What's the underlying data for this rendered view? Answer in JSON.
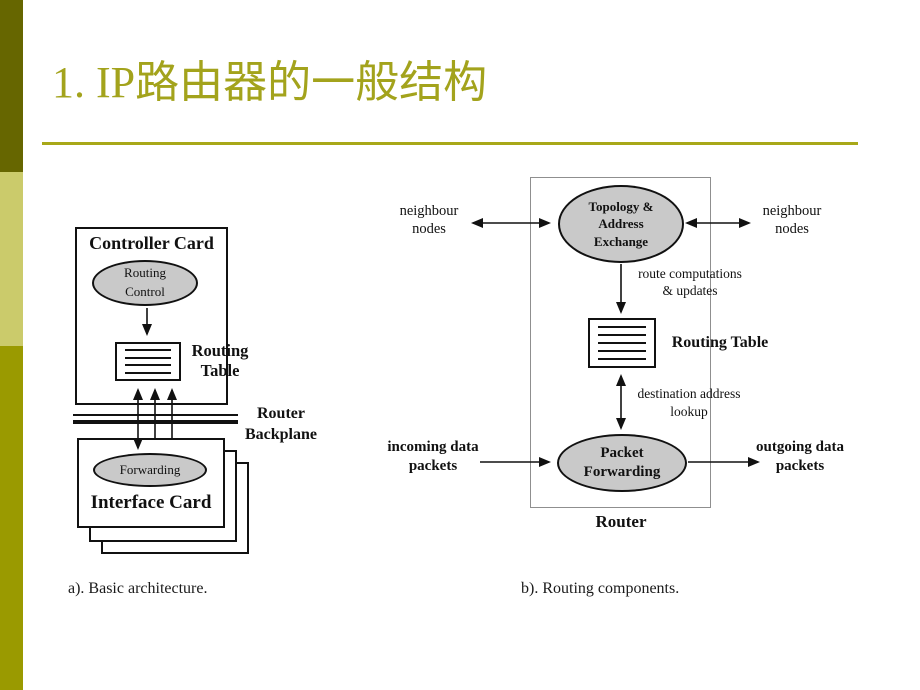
{
  "slide": {
    "title": "1. IP路由器的一般结构"
  },
  "colors": {
    "accent": "#a3a31c",
    "rule": "#a8a818",
    "sidebar-top": "#666600",
    "sidebar-mid": "#cbcb6b",
    "sidebar-bottom": "#9a9a00",
    "ellipse-fill": "#c9c9c9",
    "router-box-border": "#8f8f8f"
  },
  "left_diagram": {
    "controller_card_label": "Controller Card",
    "routing_control_label": "Routing\nControl",
    "routing_table_label": "Routing\nTable",
    "backplane_label": "Router\nBackplane",
    "forwarding_label": "Forwarding",
    "interface_card_label": "Interface Card",
    "caption": "a). Basic architecture."
  },
  "right_diagram": {
    "topology_exchange_label": "Topology &\nAddress\nExchange",
    "neighbour_left_label": "neighbour\nnodes",
    "neighbour_right_label": "neighbour\nnodes",
    "route_computations_label": "route computations\n& updates",
    "routing_table_label": "Routing Table",
    "destination_lookup_label": "destination address\nlookup",
    "packet_forwarding_label": "Packet\nForwarding",
    "incoming_label": "incoming data\npackets",
    "outgoing_label": "outgoing data\npackets",
    "router_label": "Router",
    "caption": "b). Routing components."
  }
}
